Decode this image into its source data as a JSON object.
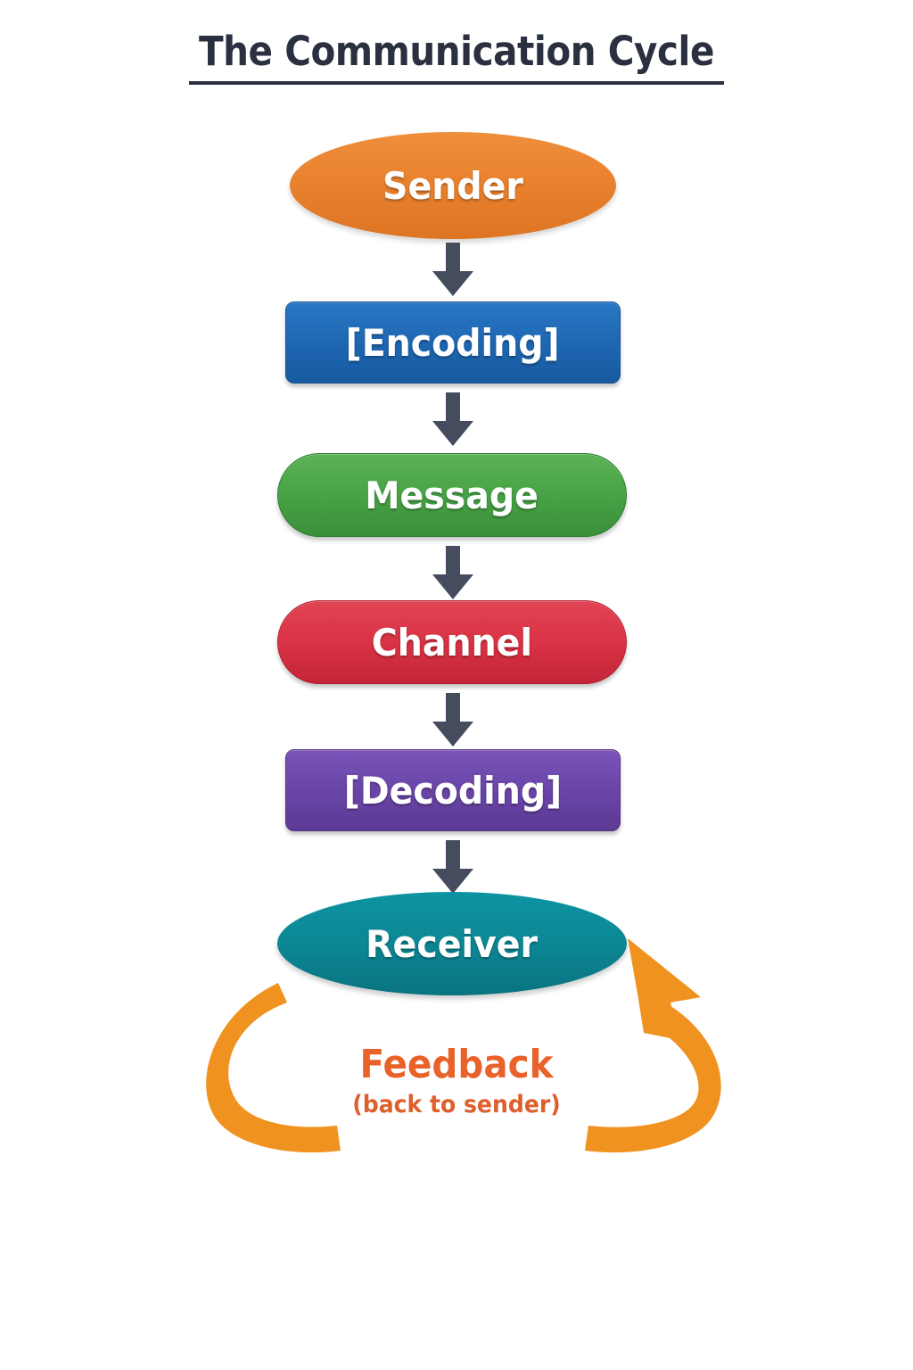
{
  "title": {
    "text": "The Communication Cycle"
  },
  "diagram": {
    "type": "flowchart-cycle",
    "nodes": [
      {
        "id": "sender",
        "label": "Sender",
        "shape": "ellipse",
        "color": "#e8812e"
      },
      {
        "id": "encoding",
        "label": "[Encoding]",
        "shape": "rounded-rect",
        "color": "#1e67b3"
      },
      {
        "id": "message",
        "label": "Message",
        "shape": "pill",
        "color": "#47a345"
      },
      {
        "id": "channel",
        "label": "Channel",
        "shape": "pill",
        "color": "#d93345"
      },
      {
        "id": "decoding",
        "label": "[Decoding]",
        "shape": "rounded-rect",
        "color": "#6a45a8"
      },
      {
        "id": "receiver",
        "label": "Receiver",
        "shape": "ellipse",
        "color": "#0c8795"
      }
    ],
    "arrows": [
      {
        "from": "sender",
        "to": "encoding",
        "direction": "down",
        "color": "#454c5e"
      },
      {
        "from": "encoding",
        "to": "message",
        "direction": "down",
        "color": "#454c5e"
      },
      {
        "from": "message",
        "to": "channel",
        "direction": "down",
        "color": "#454c5e"
      },
      {
        "from": "channel",
        "to": "decoding",
        "direction": "down",
        "color": "#454c5e"
      },
      {
        "from": "decoding",
        "to": "receiver",
        "direction": "down",
        "color": "#454c5e"
      }
    ],
    "feedback": {
      "label": "Feedback",
      "sublabel": "(back to sender)",
      "from": "receiver",
      "to": "sender",
      "color": "#f0921f",
      "label_color": "#e8622a"
    }
  },
  "colors": {
    "background": "#ffffff",
    "title": "#2b3040",
    "arrow": "#454c5e",
    "node_text": "#ffffff",
    "feedback_arrow": "#f0921f"
  }
}
